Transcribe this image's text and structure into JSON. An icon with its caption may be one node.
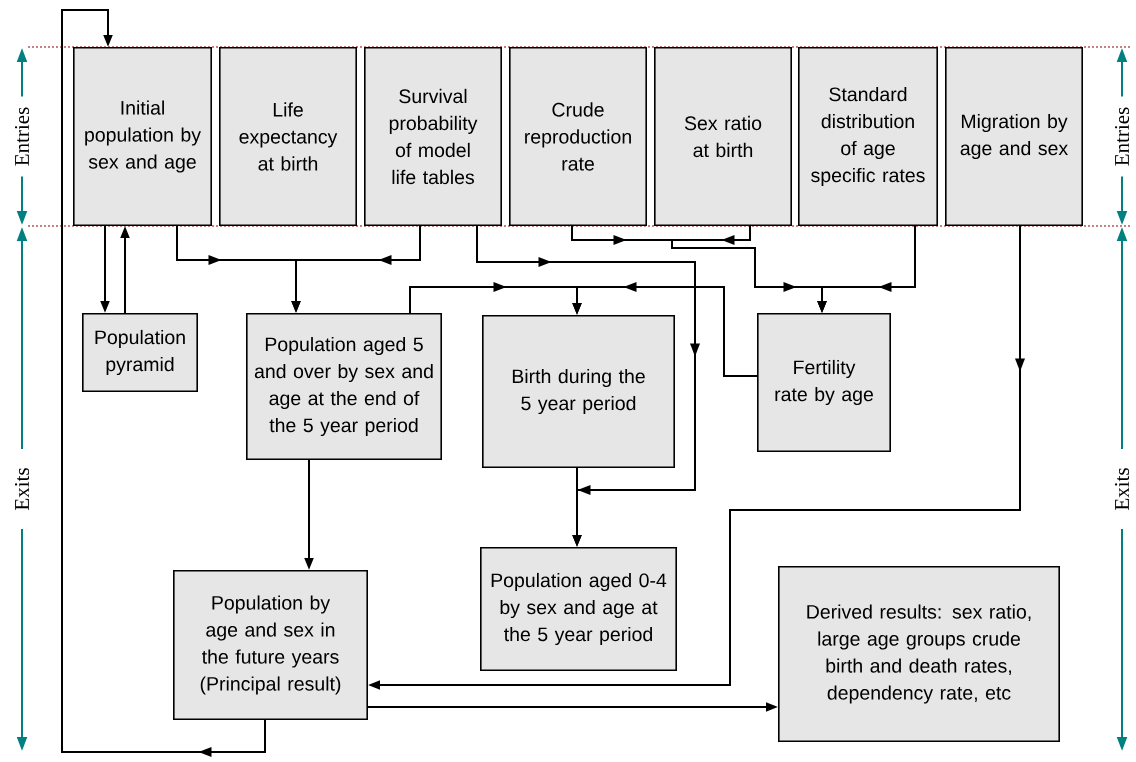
{
  "diagram": {
    "nodes": [
      {
        "text": [
          "Initial population by sex and age"
        ]
      },
      {
        "text": [
          "Life expectancy at birth"
        ]
      },
      {
        "text": [
          "Survival probability of model life tables"
        ]
      },
      {
        "text": [
          "Crude reproduction rate"
        ]
      },
      {
        "text": [
          "Sex ratio at birth"
        ]
      },
      {
        "text": [
          "Standard distribution of age specific rates"
        ]
      },
      {
        "text": [
          "Migration by age and sex"
        ]
      },
      {
        "text": [
          "Population pyramid"
        ]
      },
      {
        "text": [
          "Population aged 5 and over by sex and age at the end of the 5 year period"
        ]
      },
      {
        "text": [
          "Birth during the 5 year period"
        ]
      },
      {
        "text": [
          "Fertility rate by age"
        ]
      },
      {
        "text": [
          "Population aged 0-4 by sex and age at the 5 year period"
        ]
      },
      {
        "text": [
          "Population by age and sex in the future years (Principal result)"
        ]
      },
      {
        "text": [
          "Derived results: sex ratio, large age groups crude birth and death rates, dependency rate, etc"
        ]
      }
    ],
    "edges": [
      {
        "from": 0,
        "to": 7,
        "arrow": "to"
      },
      {
        "from": 7,
        "to": 0,
        "arrow": "to"
      },
      {
        "from": 0,
        "to": 8,
        "arrow": "to"
      },
      {
        "from": 2,
        "to": 8,
        "arrow": "to"
      },
      {
        "from": 2,
        "to": 11,
        "arrow": "to"
      },
      {
        "from": 9,
        "to": 11,
        "arrow": "to"
      },
      {
        "from": 3,
        "to": 10,
        "arrow": "to"
      },
      {
        "from": 4,
        "to": 10,
        "arrow": "to"
      },
      {
        "from": 5,
        "to": 10,
        "arrow": "to"
      },
      {
        "from": 8,
        "to": 9,
        "arrow": "to"
      },
      {
        "from": 10,
        "to": 9,
        "arrow": "to"
      },
      {
        "from": 8,
        "to": 12,
        "arrow": "to"
      },
      {
        "from": 6,
        "to": 12,
        "arrow": "to"
      },
      {
        "from": 12,
        "to": 13,
        "arrow": "to"
      },
      {
        "from": 12,
        "to": 0,
        "arrow": "to"
      }
    ],
    "labels": [
      "Entries",
      "Entries",
      "Exits",
      "Exits"
    ]
  }
}
